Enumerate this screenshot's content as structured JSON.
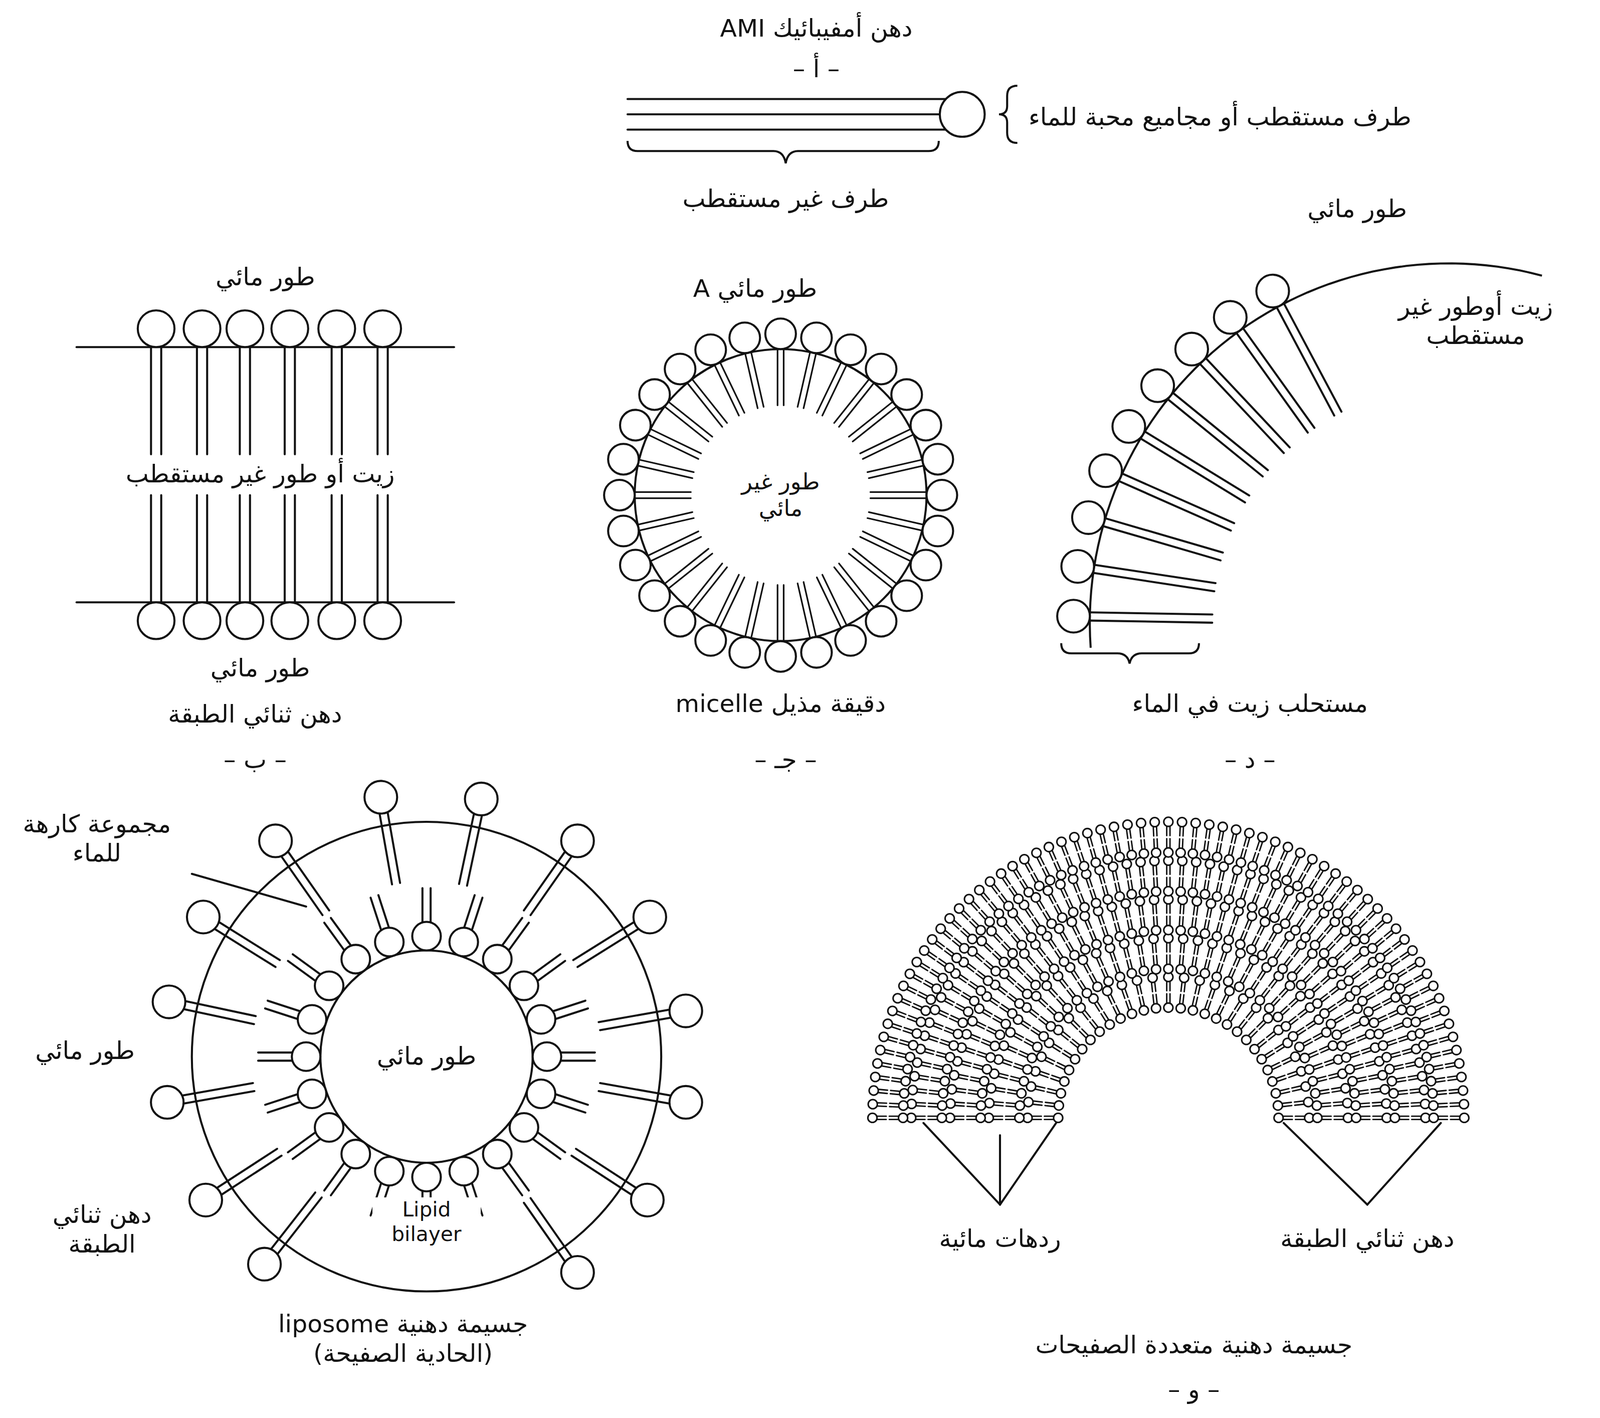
{
  "diagram": {
    "labels": [
      "دهن أمفيبائيك AMI",
      "– أ –",
      "طرف مستقطب أو مجاميع محبة للماء",
      "طرف غير مستقطب",
      "طور مائي",
      "زيت أوطور غير مستقطب",
      "مستحلب زيت في الماء",
      "– د –",
      "طور مائي A",
      "طور غير مائي",
      "دقيقة مذيل micelle",
      "– جـ –",
      "طور مائي",
      "زيت أو طور غير مستقطب",
      "طور مائي",
      "دهن ثنائي الطبقة",
      "– ب –",
      "مجموعة كارهة للماء",
      "طور مائي",
      "دهن ثنائي الطبقة",
      "طور مائي",
      "Lipid bilayer",
      "جسيمة دهنية liposome (الحادية الصفيحة)",
      "ردهات مائية",
      "دهن ثنائي الطبقة",
      "جسيمة دهنية متعددة الصفيحات",
      "– و –"
    ]
  }
}
